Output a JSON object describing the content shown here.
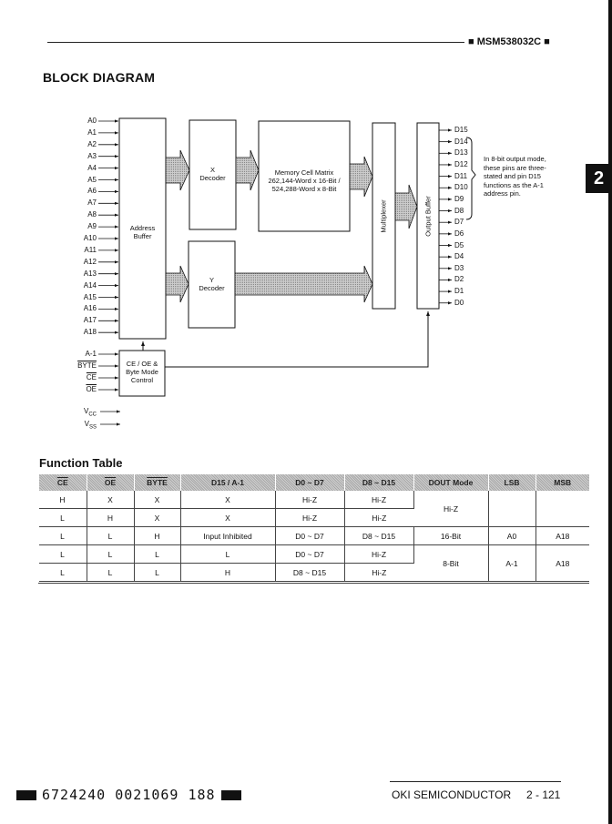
{
  "header": {
    "part_number": "■ MSM538032C ■"
  },
  "section_tab": "2",
  "block_diagram": {
    "title": "BLOCK DIAGRAM",
    "address_pins": [
      "A0",
      "A1",
      "A2",
      "A3",
      "A4",
      "A5",
      "A6",
      "A7",
      "A8",
      "A9",
      "A10",
      "A11",
      "A12",
      "A13",
      "A14",
      "A15",
      "A16",
      "A17",
      "A18"
    ],
    "control_pins": [
      {
        "label": "A-1",
        "overline": false
      },
      {
        "label": "BYTE",
        "overline": true
      },
      {
        "label": "CE",
        "overline": true
      },
      {
        "label": "OE",
        "overline": true
      }
    ],
    "power_pins": [
      {
        "main": "V",
        "sub": "CC"
      },
      {
        "main": "V",
        "sub": "SS"
      }
    ],
    "data_pins": [
      "D15",
      "D14",
      "D13",
      "D12",
      "D11",
      "D10",
      "D9",
      "D8",
      "D7",
      "D6",
      "D5",
      "D4",
      "D3",
      "D2",
      "D1",
      "D0"
    ],
    "address_buffer": "Address\nBuffer",
    "x_decoder": "X\nDecoder",
    "y_decoder": "Y\nDecoder",
    "memory": "Memory Cell Matrix\n262,144-Word x 16-Bit /\n524,288-Word x 8-Bit",
    "multiplexer": "Multiplexer",
    "output_buffer": "Output Buffer",
    "control": "CE / OE &\nByte Mode\nControl",
    "note": "In 8-bit output mode, these pins are three-stated and pin D15 functions as the A-1 address pin."
  },
  "function_table": {
    "title": "Function Table",
    "headers": [
      {
        "label": "CE",
        "overline": true
      },
      {
        "label": "OE",
        "overline": true
      },
      {
        "label": "BYTE",
        "overline": true
      },
      {
        "label": "D15 / A-1"
      },
      {
        "label": "D0 ~ D7"
      },
      {
        "label": "D8 ~ D15"
      },
      {
        "label": "DOUT Mode"
      },
      {
        "label": "LSB"
      },
      {
        "label": "MSB"
      }
    ],
    "rows": [
      [
        "H",
        "X",
        "X",
        "X",
        "Hi-Z",
        "Hi-Z"
      ],
      [
        "L",
        "H",
        "X",
        "X",
        "Hi-Z",
        "Hi-Z"
      ],
      [
        "L",
        "L",
        "H",
        "Input Inhibited",
        "D0 ~ D7",
        "D8 ~ D15"
      ],
      [
        "L",
        "L",
        "L",
        "L",
        "D0 ~ D7",
        "Hi-Z"
      ],
      [
        "L",
        "L",
        "L",
        "H",
        "D8 ~ D15",
        "Hi-Z"
      ]
    ],
    "merged": {
      "hiz_mode": "Hi-Z",
      "mode_16": "16-Bit",
      "lsb_16": "A0",
      "msb_16": "A18",
      "mode_8": "8-Bit",
      "lsb_8": "A-1",
      "msb_8": "A18"
    }
  },
  "footer": {
    "barcode_text": "6724240 0021069 188",
    "company": "OKI SEMICONDUCTOR",
    "page": "2 - 121"
  }
}
